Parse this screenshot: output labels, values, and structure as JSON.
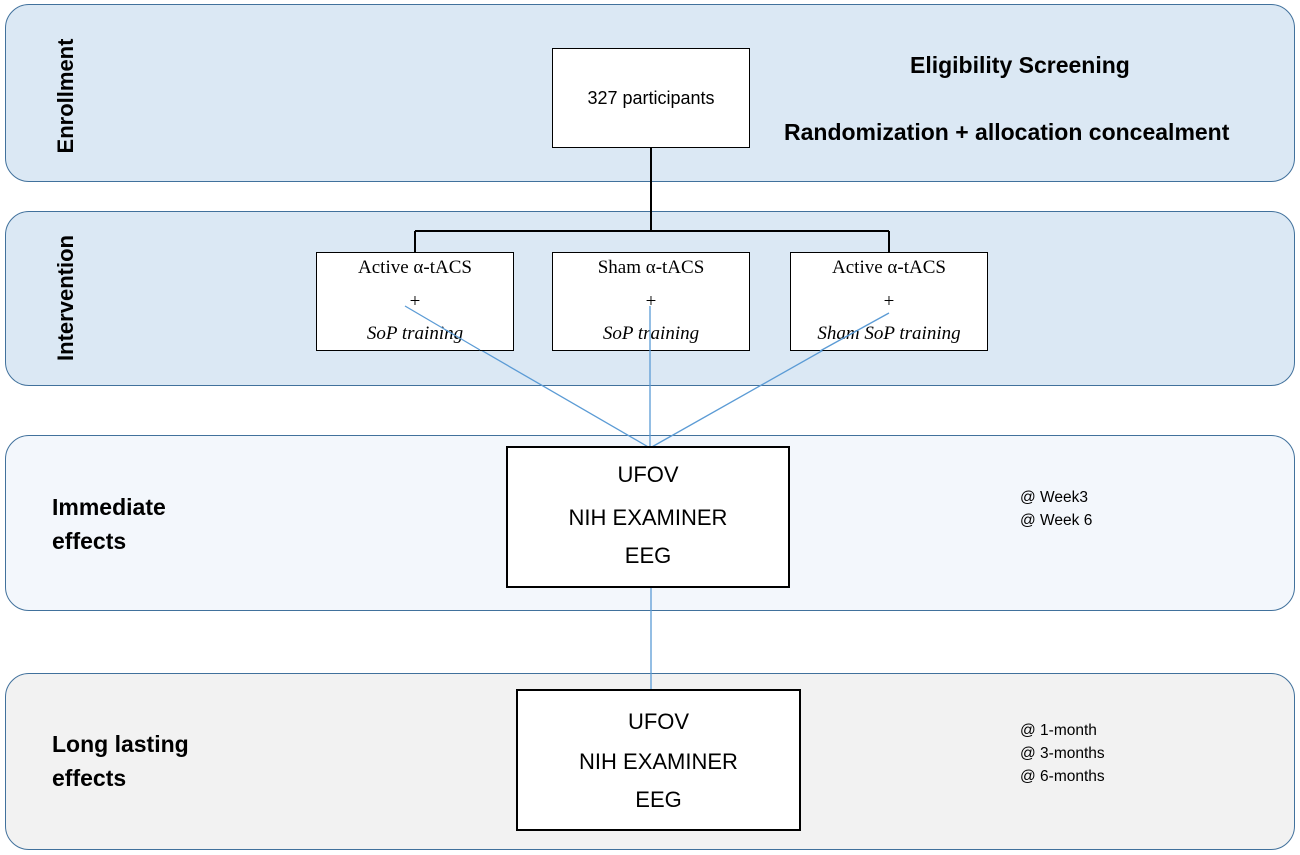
{
  "enrollment": {
    "label": "Enrollment",
    "screening": "Eligibility Screening",
    "randomization": "Randomization + allocation concealment",
    "participants": "327 participants"
  },
  "intervention": {
    "label": "Intervention",
    "arms": [
      {
        "line1": "Active α-tACS",
        "plus": "+",
        "training": "SoP training"
      },
      {
        "line1": "Sham α-tACS",
        "plus": "+",
        "training": "SoP training"
      },
      {
        "line1": "Active α-tACS",
        "plus": "+",
        "training": "Sham SoP training"
      }
    ]
  },
  "immediate": {
    "label": "Immediate\neffects",
    "outcomes": [
      "UFOV",
      "NIH EXAMINER",
      "EEG"
    ],
    "timepoints": [
      "@ Week3",
      "@ Week 6"
    ]
  },
  "long_lasting": {
    "label": "Long lasting\neffects",
    "outcomes": [
      "UFOV",
      "NIH EXAMINER",
      "EEG"
    ],
    "timepoints": [
      "@ 1-month",
      "@ 3-months",
      "@ 6-months"
    ]
  },
  "colors": {
    "band_border": "#41719c",
    "enroll_fill": "#dbe8f4",
    "immediate_fill": "#f3f7fc",
    "long_fill": "#f2f2f2",
    "connector_blue": "#5b9bd5"
  }
}
